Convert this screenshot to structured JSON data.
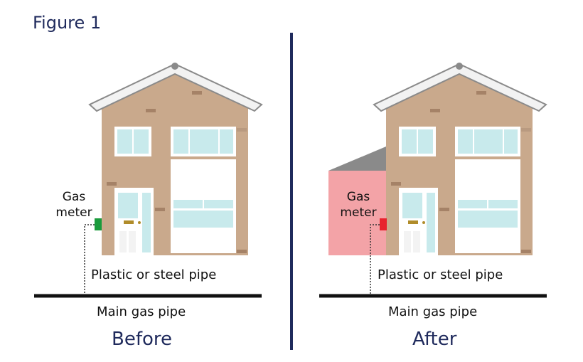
{
  "figure_title": "Figure 1",
  "before": {
    "caption": "Before",
    "gas_meter_label": "Gas\nmeter",
    "pipe_label": "Plastic or steel pipe",
    "main_label": "Main gas pipe",
    "meter_color": "#1a9b3c"
  },
  "after": {
    "caption": "After",
    "gas_meter_label": "Gas\nmeter",
    "pipe_label": "Plastic or steel pipe",
    "main_label": "Main gas pipe",
    "meter_color": "#e8232e",
    "extension_color": "#f3a3a7"
  },
  "colors": {
    "wall": "#c9a98c",
    "roof": "#f2f2f2",
    "roof_edge": "#8a8a8a",
    "window": "#c8eaec",
    "frame": "#ffffff",
    "divider": "#1f2a5c",
    "ground": "#111111"
  }
}
